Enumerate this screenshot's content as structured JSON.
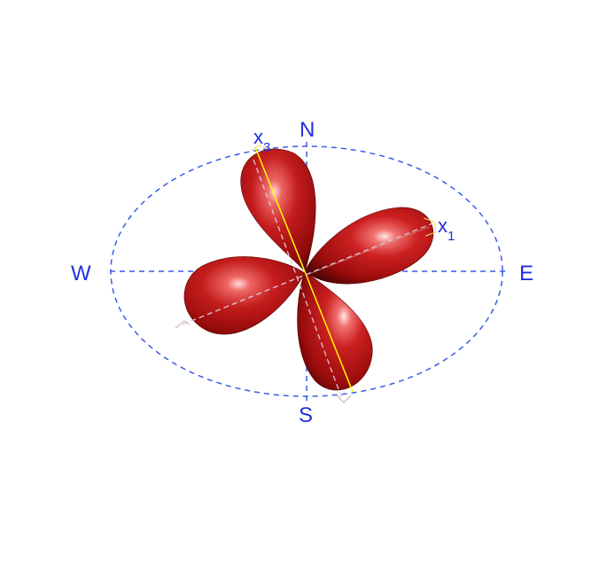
{
  "compass": {
    "north": "N",
    "south": "S",
    "east": "E",
    "west": "W"
  },
  "axes": {
    "x1": {
      "base": "x",
      "sub": "1"
    },
    "x3": {
      "base": "x",
      "sub": "3"
    }
  },
  "colors": {
    "lobe": "#c01818",
    "lobe_dark": "#5a0606",
    "lobe_highlight": "#ffe0e0",
    "compass_lines": "#3a5ce8",
    "labels": "#2030e0",
    "axis_x3_line": "#ffff00",
    "axis_x1_line": "#d4c8d0",
    "axis_marker": "#e8e060"
  }
}
